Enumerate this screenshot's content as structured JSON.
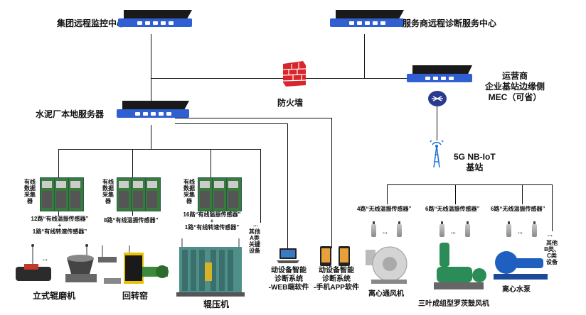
{
  "nodes": {
    "group_center": "集团远程监控中心",
    "vendor_center": "服务商远程诊断服务中心",
    "plant_server": "水泥厂本地服务器",
    "firewall": "防火墙",
    "mec": [
      "运营商",
      "企业基站边缘侧",
      "MEC（可省）"
    ],
    "base_station": [
      "5G NB-IoT",
      "基站"
    ]
  },
  "collectors": {
    "label": "有线\n数据\n采集\n器"
  },
  "wired_groups": [
    {
      "sensors": "12路“有线温振传感器”",
      "plus": "+",
      "speed": "1路“有线转速传感器”",
      "machine": "立式辊磨机"
    },
    {
      "sensors": "8路“有线温振传感器”",
      "machine": "回转窑"
    },
    {
      "sensors": "16路“有线温振传感器”",
      "plus": "+",
      "speed": "1路“有线转速传感器”",
      "machine": "辊压机"
    }
  ],
  "other_a": [
    "其他",
    "A类",
    "关键",
    "设备"
  ],
  "ellipsis": "...",
  "web_software": [
    "动设备智能",
    "诊断系统",
    "-WEB端软件"
  ],
  "app_software": [
    "动设备智能",
    "诊断系统",
    "-手机APP软件"
  ],
  "wireless_groups": [
    {
      "sensors": "4路“无线温振传感器”",
      "machine": "离心通风机"
    },
    {
      "sensors": "6路“无线温振传感器”",
      "machine": "三叶成组型罗茨鼓风机"
    },
    {
      "sensors": "6路“无线温振传感器”",
      "machine": "离心水泵"
    }
  ],
  "other_bc": [
    "其他",
    "B类、",
    "C类",
    "设备"
  ],
  "colors": {
    "router_blue": "#2f5fd0",
    "firewall_red": "#d8262c",
    "collector_green": "#3a7a3a"
  }
}
